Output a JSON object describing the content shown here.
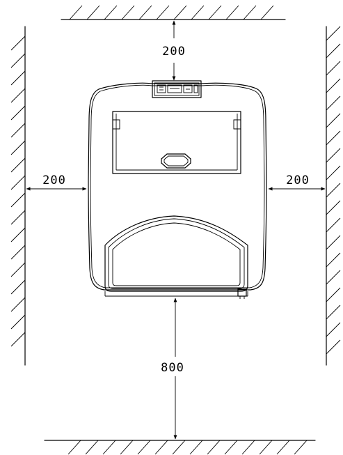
{
  "dimensions": {
    "top": "200",
    "left": "200",
    "right": "200",
    "bottom": "800"
  },
  "colors": {
    "line": "#000000",
    "background": "#ffffff"
  }
}
